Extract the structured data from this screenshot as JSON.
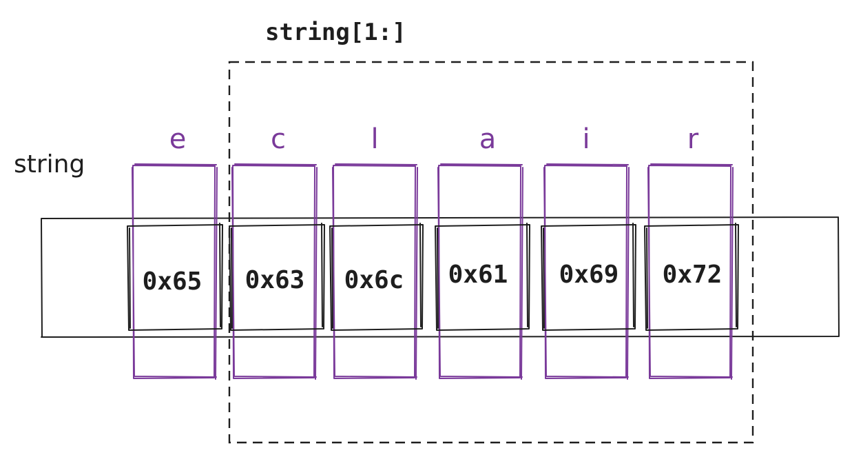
{
  "slice_label": "string[1:]",
  "variable_label": "string",
  "colors": {
    "ink": "#1e1e1e",
    "char_accent": "#7a3a9a"
  },
  "cells": [
    {
      "char": "e",
      "byte": "0x65",
      "in_slice": false
    },
    {
      "char": "c",
      "byte": "0x63",
      "in_slice": true
    },
    {
      "char": "l",
      "byte": "0x6c",
      "in_slice": true
    },
    {
      "char": "a",
      "byte": "0x61",
      "in_slice": true
    },
    {
      "char": "i",
      "byte": "0x69",
      "in_slice": true
    },
    {
      "char": "r",
      "byte": "0x72",
      "in_slice": true
    }
  ]
}
